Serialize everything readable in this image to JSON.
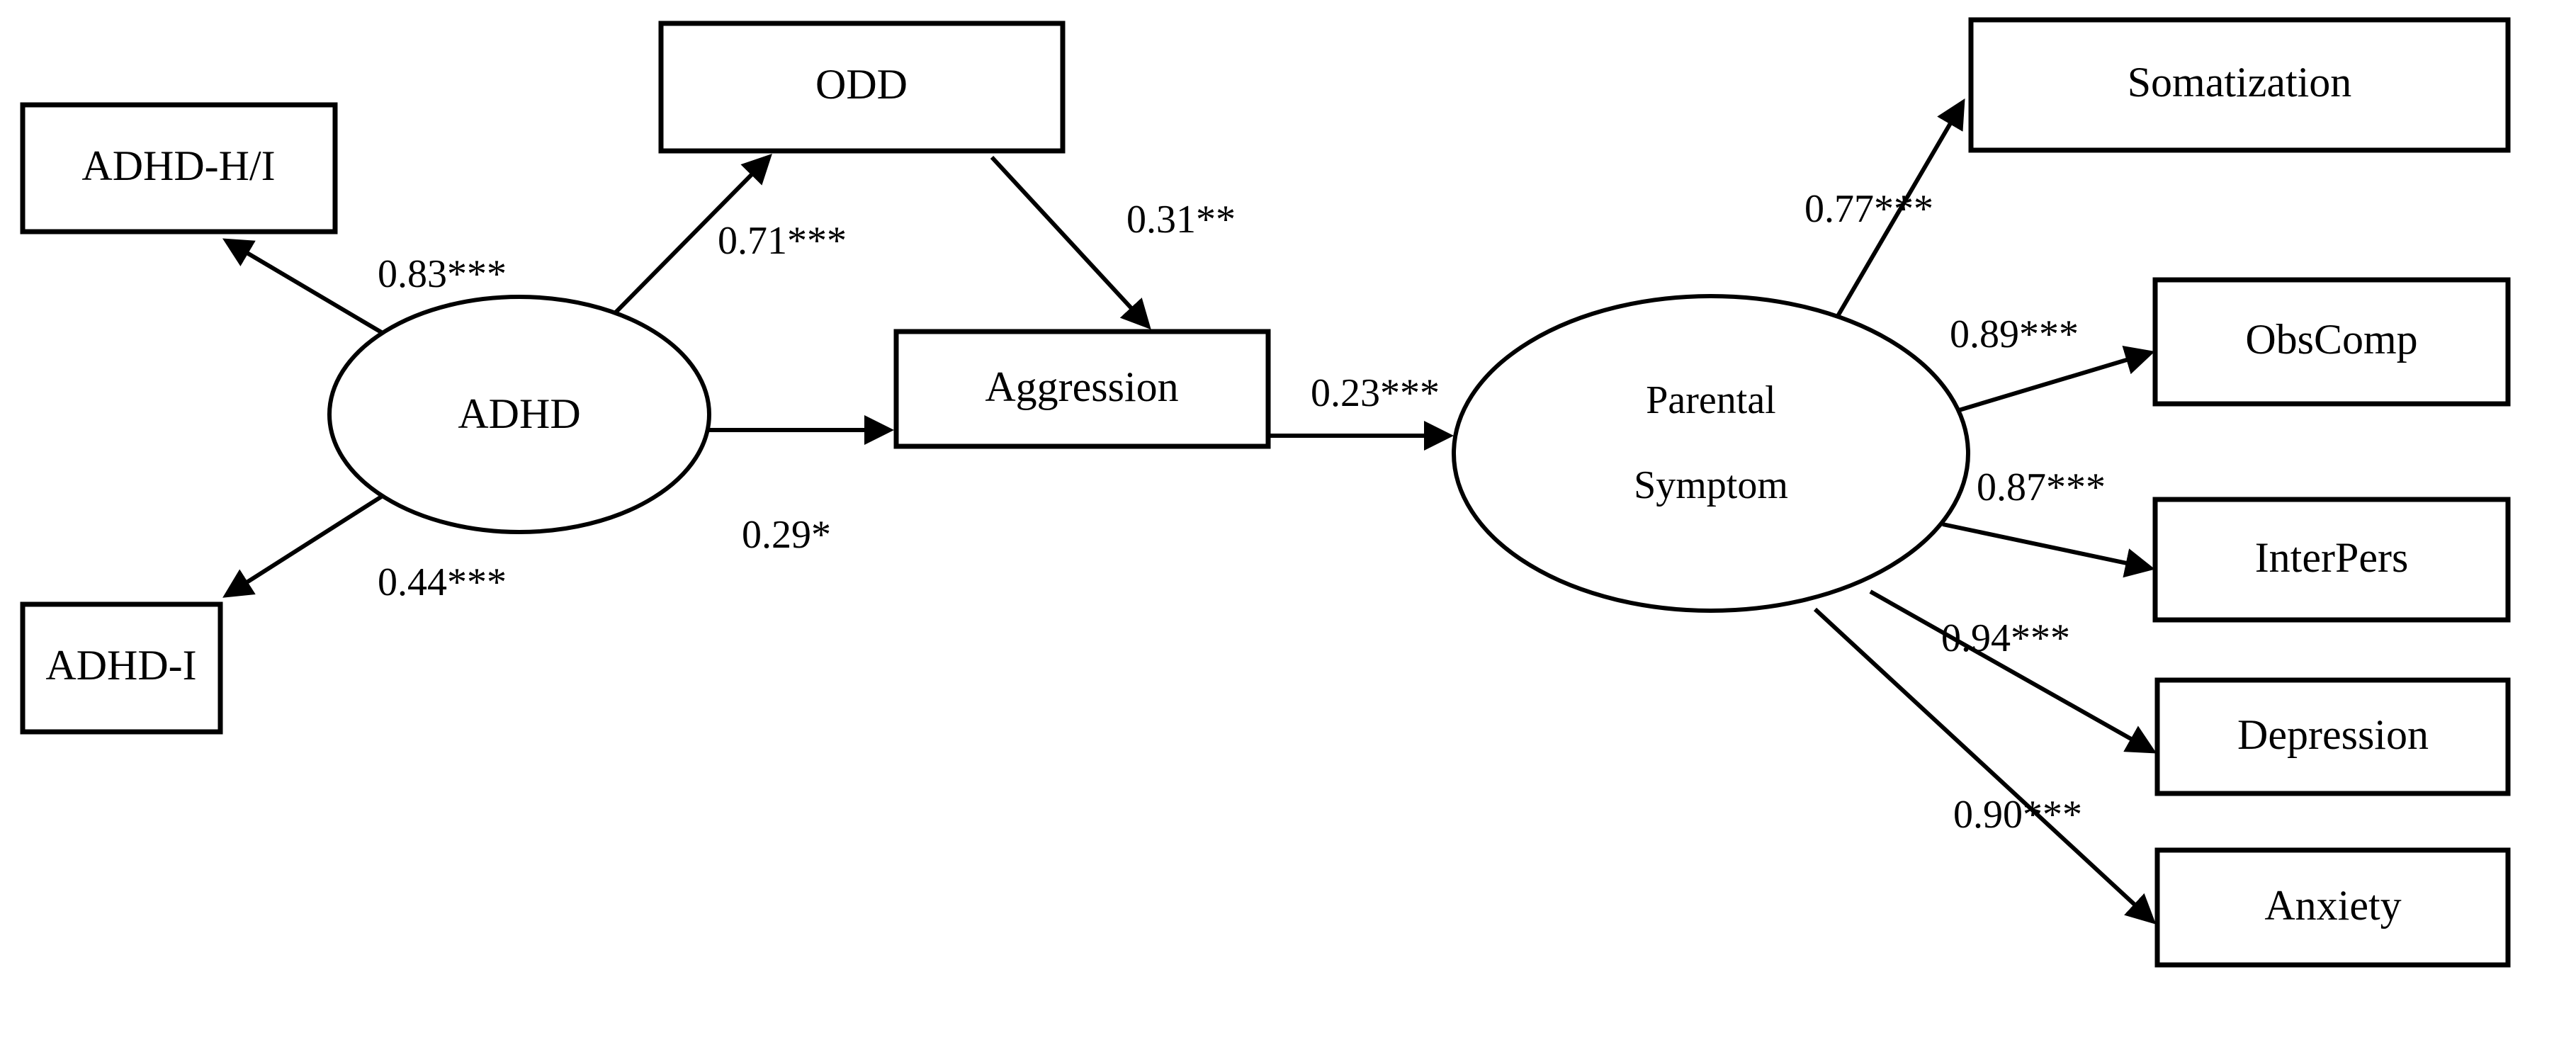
{
  "figure": {
    "type": "path-diagram",
    "description": "Structural equation model path diagram",
    "background_color": "#ffffff",
    "line_color": "#000000"
  },
  "nodes": {
    "latent": [
      {
        "id": "adhd",
        "label": "ADHD",
        "shape": "ellipse"
      },
      {
        "id": "parental_symptom",
        "label_line1": "Parental",
        "label_line2": "Symptom",
        "shape": "ellipse"
      }
    ],
    "observed": [
      {
        "id": "adhd_hi",
        "label": "ADHD-H/I",
        "shape": "rect"
      },
      {
        "id": "adhd_i",
        "label": "ADHD-I",
        "shape": "rect"
      },
      {
        "id": "odd",
        "label": "ODD",
        "shape": "rect"
      },
      {
        "id": "aggression",
        "label": "Aggression",
        "shape": "rect"
      },
      {
        "id": "somatization",
        "label": "Somatization",
        "shape": "rect"
      },
      {
        "id": "obscomp",
        "label": "ObsComp",
        "shape": "rect"
      },
      {
        "id": "interpers",
        "label": "InterPers",
        "shape": "rect"
      },
      {
        "id": "depression",
        "label": "Depression",
        "shape": "rect"
      },
      {
        "id": "anxiety",
        "label": "Anxiety",
        "shape": "rect"
      }
    ]
  },
  "edges": [
    {
      "id": "adhd-to-adhd_hi",
      "from": "adhd",
      "to": "adhd_hi",
      "coefficient": "0.83***"
    },
    {
      "id": "adhd-to-adhd_i",
      "from": "adhd",
      "to": "adhd_i",
      "coefficient": "0.44***"
    },
    {
      "id": "adhd-to-odd",
      "from": "adhd",
      "to": "odd",
      "coefficient": "0.71***"
    },
    {
      "id": "adhd-to-aggression",
      "from": "adhd",
      "to": "aggression",
      "coefficient": "0.29*"
    },
    {
      "id": "odd-to-aggression",
      "from": "odd",
      "to": "aggression",
      "coefficient": "0.31**"
    },
    {
      "id": "aggression-to-parental",
      "from": "aggression",
      "to": "parental_symptom",
      "coefficient": "0.23***"
    },
    {
      "id": "parental-to-somatization",
      "from": "parental_symptom",
      "to": "somatization",
      "coefficient": "0.77***"
    },
    {
      "id": "parental-to-obscomp",
      "from": "parental_symptom",
      "to": "obscomp",
      "coefficient": "0.89***"
    },
    {
      "id": "parental-to-interpers",
      "from": "parental_symptom",
      "to": "interpers",
      "coefficient": "0.87***"
    },
    {
      "id": "parental-to-depression",
      "from": "parental_symptom",
      "to": "depression",
      "coefficient": "0.94***"
    },
    {
      "id": "parental-to-anxiety",
      "from": "parental_symptom",
      "to": "anxiety",
      "coefficient": "0.90***"
    }
  ],
  "chart_data": {
    "type": "diagram",
    "title": "",
    "path_coefficients": {
      "ADHD -> ADHD-H/I": 0.83,
      "ADHD -> ADHD-I": 0.44,
      "ADHD -> ODD": 0.71,
      "ADHD -> Aggression": 0.29,
      "ODD -> Aggression": 0.31,
      "Aggression -> Parental Symptom": 0.23,
      "Parental Symptom -> Somatization": 0.77,
      "Parental Symptom -> ObsComp": 0.89,
      "Parental Symptom -> InterPers": 0.87,
      "Parental Symptom -> Depression": 0.94,
      "Parental Symptom -> Anxiety": 0.9
    },
    "significance": {
      "ADHD -> ADHD-H/I": "***",
      "ADHD -> ADHD-I": "***",
      "ADHD -> ODD": "***",
      "ADHD -> Aggression": "*",
      "ODD -> Aggression": "**",
      "Aggression -> Parental Symptom": "***",
      "Parental Symptom -> Somatization": "***",
      "Parental Symptom -> ObsComp": "***",
      "Parental Symptom -> InterPers": "***",
      "Parental Symptom -> Depression": "***",
      "Parental Symptom -> Anxiety": "***"
    }
  }
}
